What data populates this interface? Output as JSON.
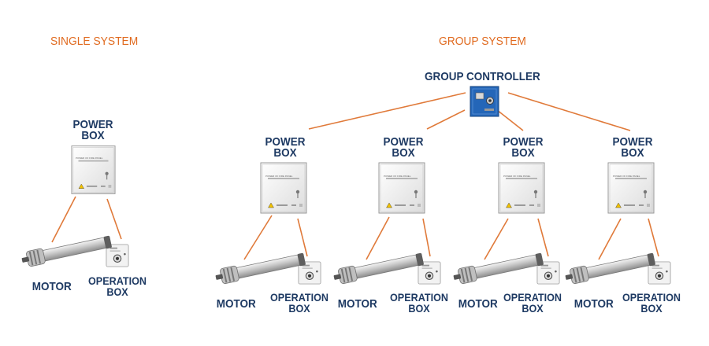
{
  "headings": {
    "single": "SINGLE SYSTEM",
    "group": "GROUP SYSTEM"
  },
  "group_controller": {
    "label": "GROUP CONTROLLER"
  },
  "power_box": {
    "line1": "POWER",
    "line2": "BOX",
    "panel_text": "POWER OF FIRE PANEL"
  },
  "motor": {
    "label": "MOTOR"
  },
  "operation_box": {
    "line1": "OPERATION",
    "line2": "BOX"
  },
  "colors": {
    "heading": "#e06a1f",
    "label": "#1e3a63",
    "connector": "#e07a3a",
    "controller": "#2466b8"
  }
}
